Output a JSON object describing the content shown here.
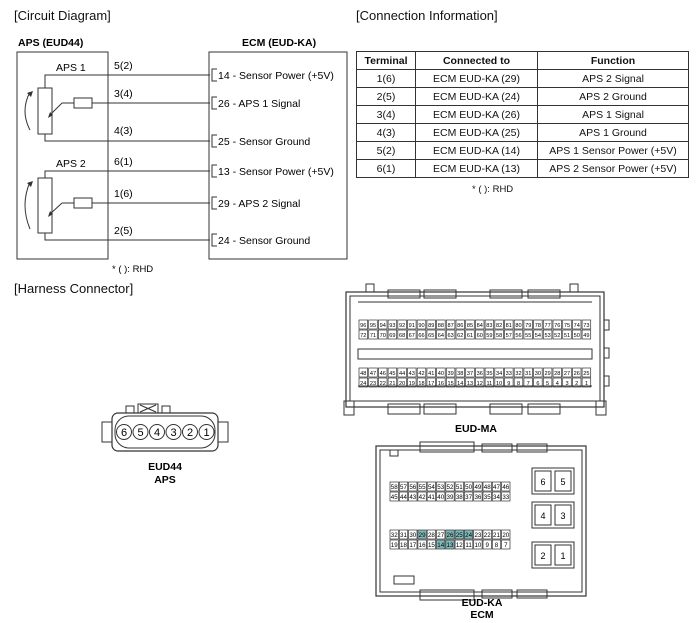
{
  "headers": {
    "circuit": "[Circuit Diagram]",
    "connection": "[Connection Information]",
    "harness": "[Harness Connector]"
  },
  "circuit": {
    "aps_title": "APS (EUD44)",
    "ecm_title": "ECM (EUD-KA)",
    "sensor1": "APS 1",
    "sensor2": "APS 2",
    "pins": [
      "5(2)",
      "3(4)",
      "4(3)",
      "6(1)",
      "1(6)",
      "2(5)"
    ],
    "ecm_labels": [
      "14 - Sensor Power (+5V)",
      "26 - APS 1 Signal",
      "25 - Sensor Ground",
      "13 - Sensor Power (+5V)",
      "29 - APS 2 Signal",
      "24 - Sensor Ground"
    ],
    "note": "* ( ): RHD"
  },
  "table": {
    "headers": [
      "Terminal",
      "Connected to",
      "Function"
    ],
    "rows": [
      [
        "1(6)",
        "ECM EUD-KA (29)",
        "APS 2 Signal"
      ],
      [
        "2(5)",
        "ECM EUD-KA (24)",
        "APS 2 Ground"
      ],
      [
        "3(4)",
        "ECM EUD-KA (26)",
        "APS 1 Signal"
      ],
      [
        "4(3)",
        "ECM EUD-KA (25)",
        "APS 1 Ground"
      ],
      [
        "5(2)",
        "ECM EUD-KA (14)",
        "APS 1 Sensor Power (+5V)"
      ],
      [
        "6(1)",
        "ECM EUD-KA (13)",
        "APS 2 Sensor Power (+5V)"
      ]
    ],
    "note": "* ( ): RHD"
  },
  "connectors": {
    "eud44": {
      "pins": [
        "6",
        "5",
        "4",
        "3",
        "2",
        "1"
      ],
      "name": "EUD44",
      "sub": "APS"
    },
    "eud_ma": {
      "name": "EUD-MA",
      "row1": [
        "96",
        "95",
        "94",
        "93",
        "92",
        "91",
        "90",
        "89",
        "88",
        "87",
        "86",
        "85",
        "84",
        "83",
        "82",
        "81",
        "80",
        "79",
        "78",
        "77",
        "76",
        "75",
        "74",
        "73"
      ],
      "row2": [
        "72",
        "71",
        "70",
        "69",
        "68",
        "67",
        "66",
        "65",
        "64",
        "63",
        "62",
        "61",
        "60",
        "59",
        "58",
        "57",
        "56",
        "55",
        "54",
        "53",
        "52",
        "51",
        "50",
        "49"
      ],
      "row3": [
        "48",
        "47",
        "46",
        "45",
        "44",
        "43",
        "42",
        "41",
        "40",
        "39",
        "38",
        "37",
        "36",
        "35",
        "34",
        "33",
        "32",
        "31",
        "30",
        "29",
        "28",
        "27",
        "26",
        "25"
      ],
      "row4": [
        "24",
        "23",
        "22",
        "21",
        "20",
        "19",
        "18",
        "17",
        "16",
        "15",
        "14",
        "13",
        "12",
        "11",
        "10",
        "9",
        "8",
        "7",
        "6",
        "5",
        "4",
        "3",
        "2",
        "1"
      ]
    },
    "eud_ka": {
      "name": "EUD-KA",
      "sub": "ECM",
      "row1": [
        "58",
        "57",
        "56",
        "55",
        "54",
        "53",
        "52",
        "51",
        "50",
        "49",
        "48",
        "47",
        "46"
      ],
      "row2": [
        "45",
        "44",
        "43",
        "42",
        "41",
        "40",
        "39",
        "38",
        "37",
        "36",
        "35",
        "34",
        "33"
      ],
      "row3": [
        "32",
        "31",
        "30",
        "29",
        "28",
        "27",
        "26",
        "25",
        "24",
        "23",
        "22",
        "21",
        "20"
      ],
      "row4": [
        "19",
        "18",
        "17",
        "16",
        "15",
        "14",
        "13",
        "12",
        "11",
        "10",
        "9",
        "8",
        "7"
      ],
      "big": [
        "6",
        "5",
        "4",
        "3",
        "2",
        "1"
      ],
      "highlight": [
        "29",
        "26",
        "25",
        "24",
        "14",
        "13"
      ],
      "highlight_color": "#7fb9b9"
    }
  }
}
